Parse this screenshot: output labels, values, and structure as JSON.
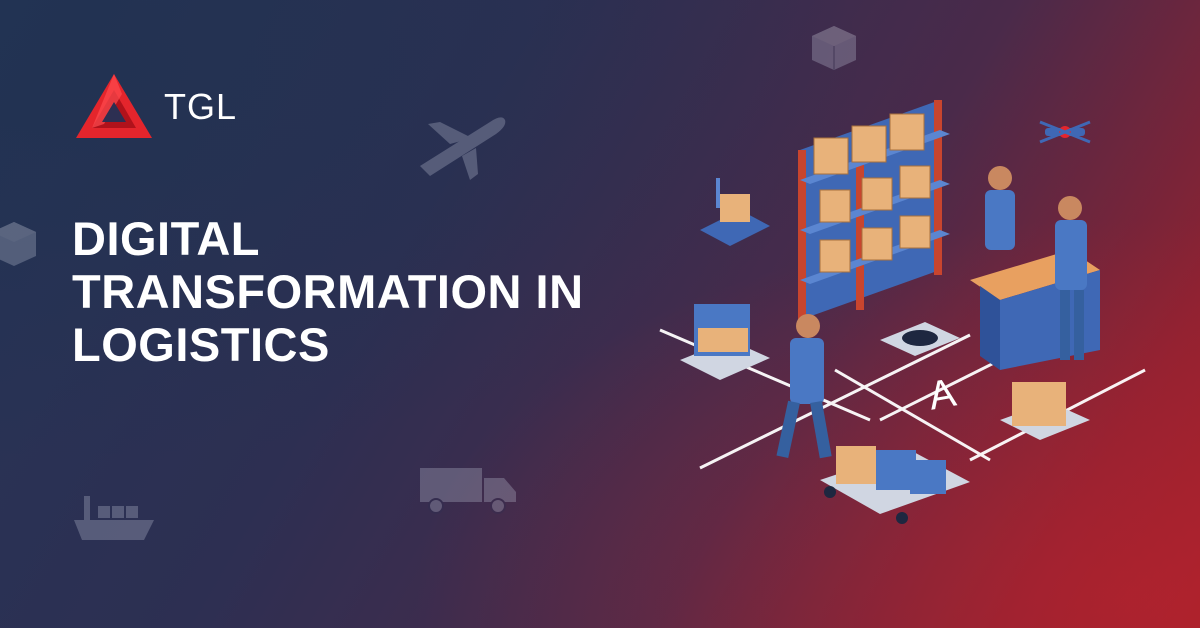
{
  "brand": {
    "name": "TGL",
    "logo_color": "#e4252c"
  },
  "headline": {
    "line1": "DIGITAL",
    "line2": "TRANSFORMATION IN",
    "line3": "LOGISTICS"
  },
  "illustration": {
    "floor_label": "A"
  },
  "decor_icons": [
    "box-icon",
    "airplane-icon",
    "truck-icon",
    "ship-icon",
    "drone-icon",
    "scale-icon"
  ],
  "colors": {
    "background_start": "#263456",
    "background_end": "#a0222c",
    "text": "#ffffff"
  }
}
